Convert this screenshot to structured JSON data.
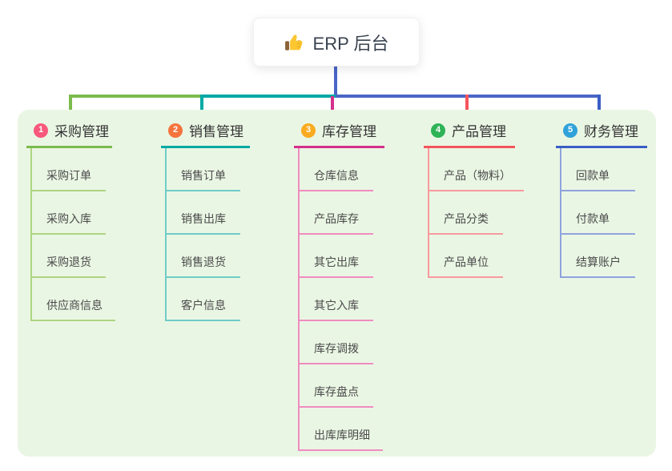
{
  "root": {
    "title": "ERP 后台",
    "icon": "thumbs-up-icon"
  },
  "colors": {
    "root_connector": "#4a66c6",
    "panel_background": "#eaf6e4",
    "branch_lines": [
      "#7cbb4c",
      "#00a9a4",
      "#d6308c",
      "#f4555c",
      "#3a5ec5"
    ],
    "child_lines": [
      "#aed581",
      "#6fccc8",
      "#ef8cc0",
      "#f79a9e",
      "#8fa3de"
    ],
    "badges": [
      "#f8587b",
      "#f5743d",
      "#fbab1f",
      "#2fb357",
      "#30a2d9"
    ]
  },
  "branches": [
    {
      "num": "1",
      "label": "采购管理",
      "children": [
        "采购订单",
        "采购入库",
        "采购退货",
        "供应商信息"
      ]
    },
    {
      "num": "2",
      "label": "销售管理",
      "children": [
        "销售订单",
        "销售出库",
        "销售退货",
        "客户信息"
      ]
    },
    {
      "num": "3",
      "label": "库存管理",
      "children": [
        "仓库信息",
        "产品库存",
        "其它出库",
        "其它入库",
        "库存调拨",
        "库存盘点",
        "出库库明细"
      ]
    },
    {
      "num": "4",
      "label": "产品管理",
      "children": [
        "产品（物料）",
        "产品分类",
        "产品单位"
      ]
    },
    {
      "num": "5",
      "label": "财务管理",
      "children": [
        "回款单",
        "付款单",
        "结算账户"
      ]
    }
  ]
}
